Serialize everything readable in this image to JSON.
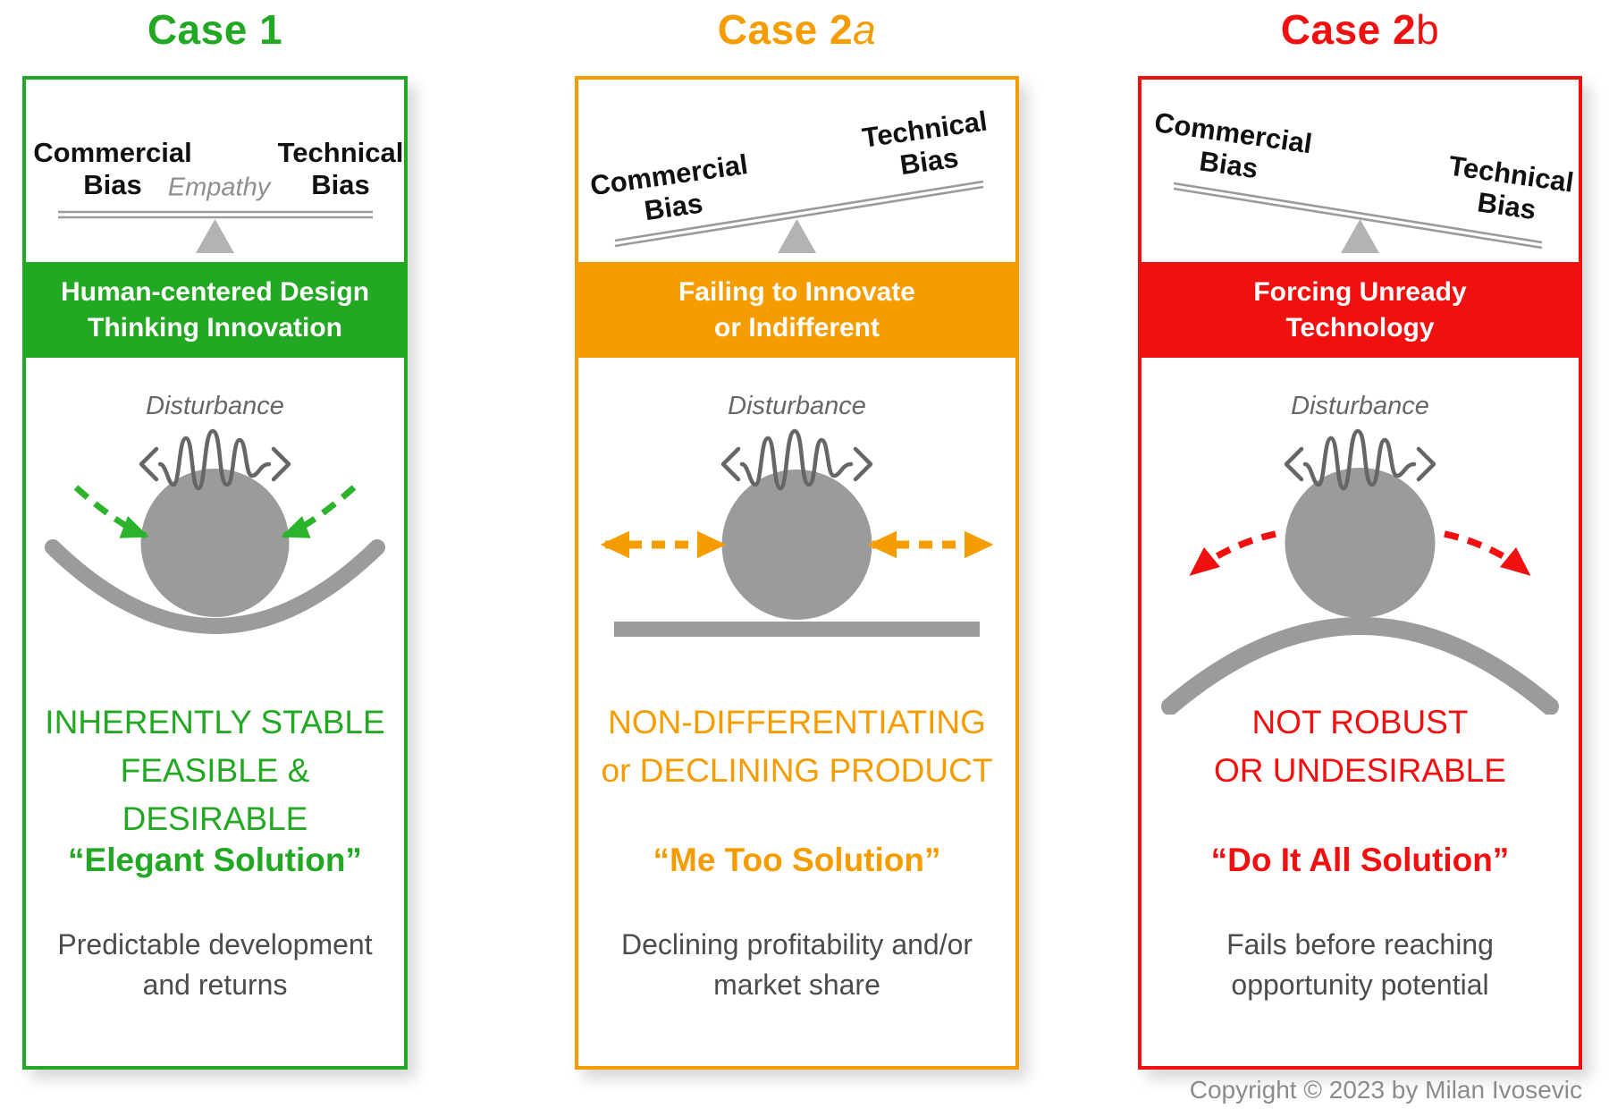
{
  "footer": {
    "copyright": "Copyright © 2023 by Milan Ivosevic"
  },
  "shared_labels": {
    "commercial": "Commercial",
    "technical": "Technical",
    "bias": "Bias",
    "empathy": "Empathy",
    "disturbance": "Disturbance"
  },
  "colors": {
    "green": "#23a823",
    "orange": "#f59c00",
    "red": "#f01010",
    "gray_shape": "#9b9b9b",
    "gray_text": "#4c4c4c"
  },
  "cases": [
    {
      "title": "Case 1",
      "title_suffix": "",
      "accent": "green",
      "beam_state": "balanced level",
      "banner_line1": "Human-centered Design",
      "banner_line2": "Thinking Innovation",
      "stability_line1": "INHERENTLY STABLE",
      "stability_line2": "FEASIBLE & DESIRABLE",
      "quote": "“Elegant Solution”",
      "outcome_line1": "Predictable development",
      "outcome_line2": "and returns"
    },
    {
      "title": "Case 2",
      "title_suffix": "a",
      "accent": "orange",
      "beam_state": "tilted down toward commercial bias",
      "banner_line1": "Failing to Innovate",
      "banner_line2": "or Indifferent",
      "stability_line1": "NON-DIFFERENTIATING",
      "stability_line2": "or DECLINING PRODUCT",
      "quote": "“Me Too Solution”",
      "outcome_line1": "Declining profitability and/or",
      "outcome_line2": "market share"
    },
    {
      "title": "Case 2",
      "title_suffix": "b",
      "accent": "red",
      "beam_state": "tilted down toward technical bias",
      "banner_line1": "Forcing Unready",
      "banner_line2": "Technology",
      "stability_line1": "NOT ROBUST",
      "stability_line2": "OR UNDESIRABLE",
      "quote": "“Do It All Solution”",
      "outcome_line1": "Fails before reaching",
      "outcome_line2": "opportunity potential"
    }
  ]
}
